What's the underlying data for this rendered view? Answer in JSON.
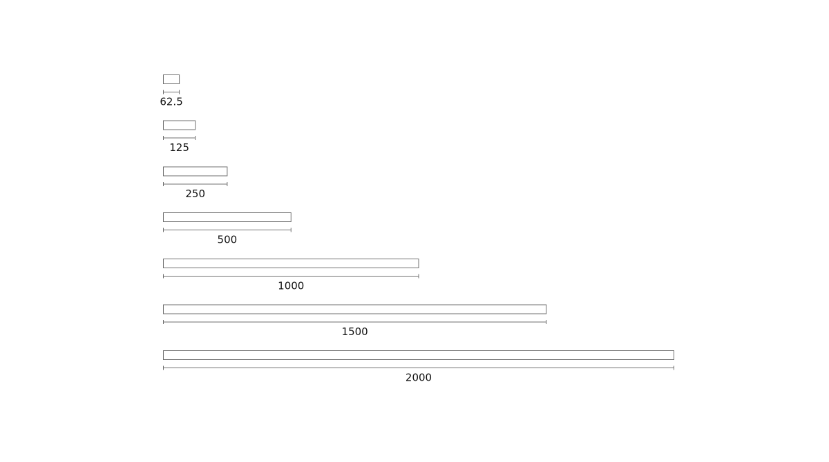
{
  "chart_data": {
    "type": "bar",
    "orientation": "horizontal",
    "categories": [
      "62.5",
      "125",
      "250",
      "500",
      "1000",
      "1500",
      "2000"
    ],
    "values": [
      62.5,
      125,
      250,
      500,
      1000,
      1500,
      2000
    ],
    "xlim": [
      0,
      2000
    ],
    "grid": false,
    "legend": "none",
    "colors": {
      "bar_fill": "#ffffff",
      "bar_stroke": "#6f6f6f",
      "label": "#111111"
    }
  }
}
